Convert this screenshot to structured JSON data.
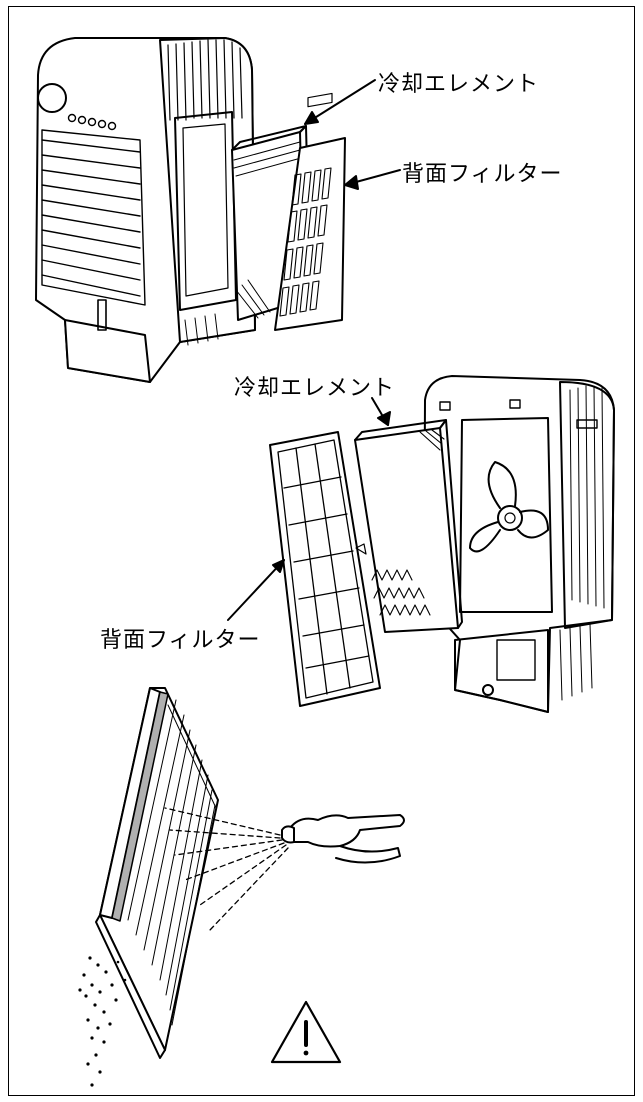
{
  "figure1": {
    "label_element": "冷却エレメント",
    "label_filter": "背面フィルター"
  },
  "figure2": {
    "label_element": "冷却エレメント",
    "label_filter": "背面フィルター"
  },
  "figure3": {
    "warning_icon": "warning-triangle-icon"
  }
}
